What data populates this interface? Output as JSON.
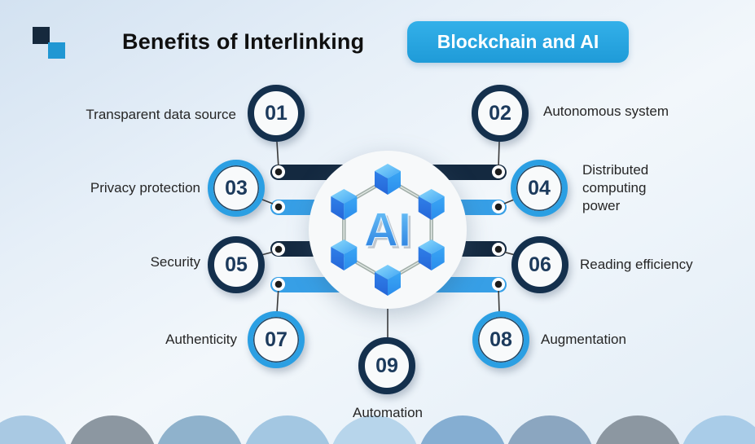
{
  "header": {
    "title": "Benefits of Interlinking",
    "badge": "Blockchain and AI"
  },
  "center": {
    "label": "AI"
  },
  "items": [
    {
      "number": "01",
      "label": "Transparent data source"
    },
    {
      "number": "02",
      "label": "Autonomous system"
    },
    {
      "number": "03",
      "label": "Privacy protection"
    },
    {
      "number": "04",
      "label": "Distributed computing power"
    },
    {
      "number": "05",
      "label": "Security"
    },
    {
      "number": "06",
      "label": "Reading efficiency"
    },
    {
      "number": "07",
      "label": "Authenticity"
    },
    {
      "number": "08",
      "label": "Augmentation"
    },
    {
      "number": "09",
      "label": "Automation"
    }
  ],
  "colors": {
    "navy": "#14304b",
    "blue": "#2b9fe3",
    "badge": "#29a7e0",
    "bar_dark": "#142940",
    "bar_blue": "#379fe6",
    "text": "#262626"
  },
  "footer": {
    "scallop_colors": [
      "#a9c9e3",
      "#8c97a1",
      "#8fb2cc",
      "#a3c7e2",
      "#b7d5eb",
      "#85aed2",
      "#8ba6c0",
      "#8c97a1",
      "#a9cce8"
    ]
  }
}
